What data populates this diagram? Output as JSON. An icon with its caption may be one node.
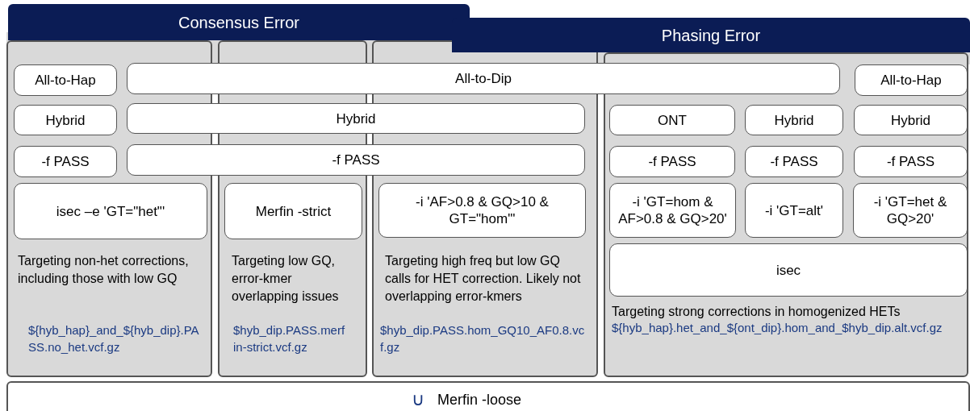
{
  "diagram": {
    "nodes": [
      {
        "text": [
          "Consensus Error"
        ]
      },
      {
        "text": [
          "Phasing Error"
        ]
      },
      {
        "text": [
          "Targeting non-het corrections, including those with low GQ",
          "${hyb_hap}_and_${hyb_dip}.PASS.no_het.vcf.gz"
        ]
      },
      {
        "text": [
          "Targeting low GQ, error-kmer overlapping issues",
          "$hyb_dip.PASS.merfin-strict.vcf.gz"
        ]
      },
      {
        "text": [
          "Targeting high freq but low GQ calls for HET correction. Likely not overlapping error-kmers",
          "$hyb_dip.PASS.hom_GQ10_AF0.8.vcf.gz"
        ]
      },
      {
        "text": [
          "Targeting strong corrections in homogenized HETs",
          "${hyb_hap}.het_and_${ont_dip}.hom_and_$hyb_dip.alt.vcf.gz"
        ]
      },
      {
        "text": [
          "All-to-Hap"
        ],
        "in": 2
      },
      {
        "text": [
          "All-to-Dip"
        ]
      },
      {
        "text": [
          "All-to-Hap"
        ],
        "in": 5
      },
      {
        "text": [
          "Hybrid"
        ],
        "in": 2
      },
      {
        "text": [
          "Hybrid"
        ]
      },
      {
        "text": [
          "ONT"
        ],
        "in": 5
      },
      {
        "text": [
          "Hybrid"
        ],
        "in": 5
      },
      {
        "text": [
          "Hybrid"
        ],
        "in": 5
      },
      {
        "text": [
          "-f PASS"
        ],
        "in": 2
      },
      {
        "text": [
          "-f PASS"
        ]
      },
      {
        "text": [
          "-f PASS"
        ],
        "in": 5
      },
      {
        "text": [
          "-f PASS"
        ],
        "in": 5
      },
      {
        "text": [
          "-f PASS"
        ],
        "in": 5
      },
      {
        "text": [
          "isec –e 'GT=\"het\"'"
        ],
        "in": 2
      },
      {
        "text": [
          "Merfin -strict"
        ],
        "in": 3
      },
      {
        "text": [
          "-i 'AF>0.8 & GQ>10 & GT=\"hom\"'"
        ],
        "in": 4
      },
      {
        "text": [
          "-i 'GT=hom & AF>0.8 & GQ>20'"
        ],
        "in": 5
      },
      {
        "text": [
          "-i 'GT=alt'"
        ],
        "in": 5
      },
      {
        "text": [
          "-i 'GT=het & GQ>20'"
        ],
        "in": 5
      },
      {
        "text": [
          "isec"
        ],
        "in": 5
      },
      {
        "text": [
          "∪",
          "Merfin -loose"
        ]
      }
    ]
  }
}
